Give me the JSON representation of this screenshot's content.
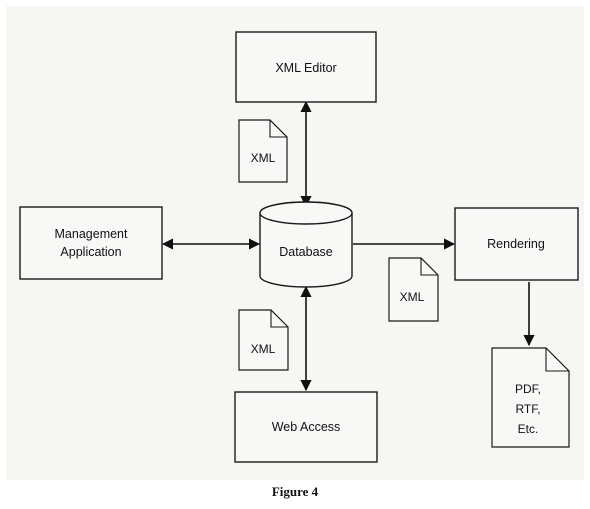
{
  "nodes": {
    "xml_editor": "XML Editor",
    "management": [
      "Management",
      "Application"
    ],
    "database": "Database",
    "rendering": "Rendering",
    "web_access": "Web Access"
  },
  "documents": {
    "xml_top": "XML",
    "xml_right": "XML",
    "xml_bottom": "XML",
    "output": [
      "PDF,",
      "RTF,",
      "Etc."
    ]
  },
  "caption": "Figure 4"
}
